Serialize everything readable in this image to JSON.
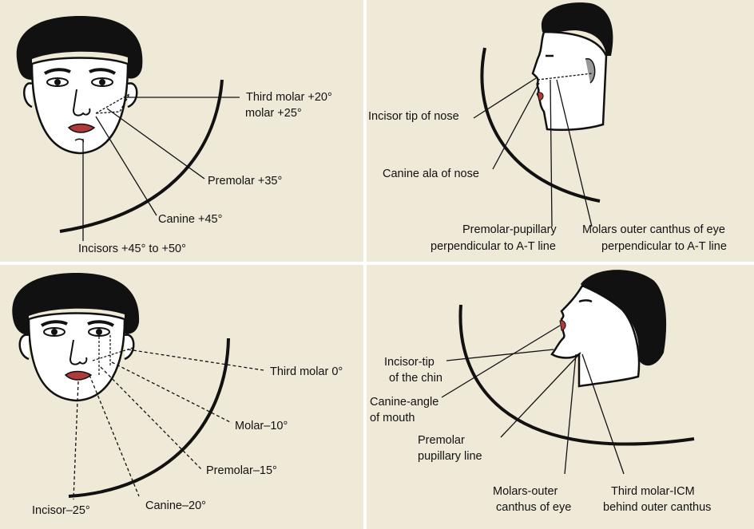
{
  "panels": {
    "maxillary_front": {
      "labels": {
        "third_molar": "Third molar +20°",
        "molar": "molar +25°",
        "premolar": "Premolar +35°",
        "canine": "Canine +45°",
        "incisors": "Incisors +45° to +50°"
      }
    },
    "maxillary_side": {
      "labels": {
        "incisor": "Incisor tip of nose",
        "canine": "Canine ala of nose",
        "premolar_line1": "Premolar-pupillary",
        "premolar_line2": "perpendicular to A-T line",
        "molars_line1": "Molars outer canthus of eye",
        "molars_line2": "perpendicular to A-T line"
      }
    },
    "mandibular_front": {
      "labels": {
        "third_molar": "Third molar 0°",
        "molar": "Molar–10°",
        "premolar": "Premolar–15°",
        "canine": "Canine–20°",
        "incisor": "Incisor–25°"
      }
    },
    "mandibular_side": {
      "labels": {
        "incisor_line1": "Incisor-tip",
        "incisor_line2": "of the chin",
        "canine_line1": "Canine-angle",
        "canine_line2": "of mouth",
        "premolar_line1": "Premolar",
        "premolar_line2": "pupillary line",
        "molars_line1": "Molars-outer",
        "molars_line2": "canthus of eye",
        "third_molar_line1": "Third molar-ICM",
        "third_molar_line2": "behind outer canthus"
      }
    }
  },
  "colors": {
    "panel_background": "#efe9d8",
    "ink": "#111111",
    "lips": "#b03a3a",
    "skin": "#ffffff"
  }
}
